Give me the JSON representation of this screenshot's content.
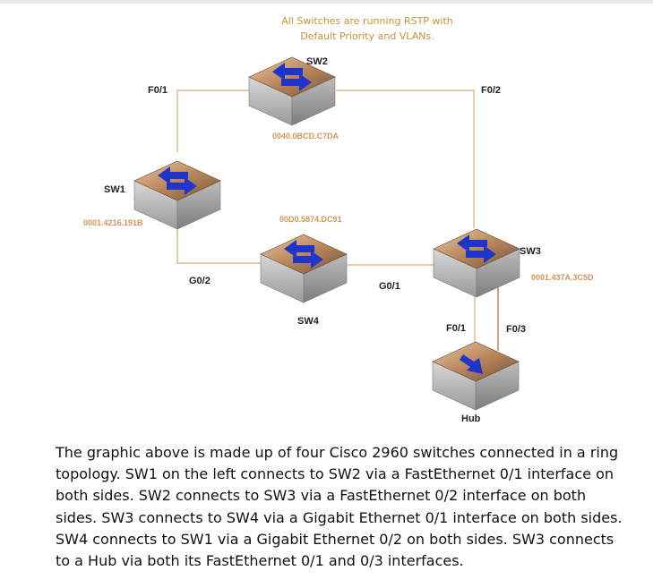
{
  "note": {
    "line1": "All Switches are running RSTP with",
    "line2": "Default Priority and VLANs."
  },
  "devices": {
    "sw1": {
      "name": "SW1",
      "mac": "0001.4216.191B"
    },
    "sw2": {
      "name": "SW2",
      "mac": "0040.0BCD.C7DA"
    },
    "sw3": {
      "name": "SW3",
      "mac": "0001.437A.3C5D"
    },
    "sw4": {
      "name": "SW4",
      "mac": "00D0.5874.DC91"
    },
    "hub": {
      "name": "Hub"
    }
  },
  "ports": {
    "sw1_sw2_left": "F0/1",
    "sw2_sw3_right": "F0/2",
    "sw4_sw1": "G0/2",
    "sw3_sw4": "G0/1",
    "sw3_hub_f01": "F0/1",
    "sw3_hub_f03": "F0/3"
  },
  "colors": {
    "link": "#e0a96d",
    "note_text": "#c8923c",
    "mac_text": "#d4955a",
    "arrow": "#1f35c9"
  },
  "description": "The graphic above is made up of four Cisco 2960 switches connected in a ring topology. SW1 on the left connects to SW2 via a FastEthernet 0/1 interface on both sides. SW2 connects to SW3 via a FastEthernet 0/2 interface on both sides. SW3 connects to SW4 via a Gigabit Ethernet 0/1 interface on both sides. SW4 connects to SW1 via a Gigabit Ethernet 0/2 on both sides. SW3 connects to a Hub via both its FastEthernet 0/1 and 0/3 interfaces."
}
